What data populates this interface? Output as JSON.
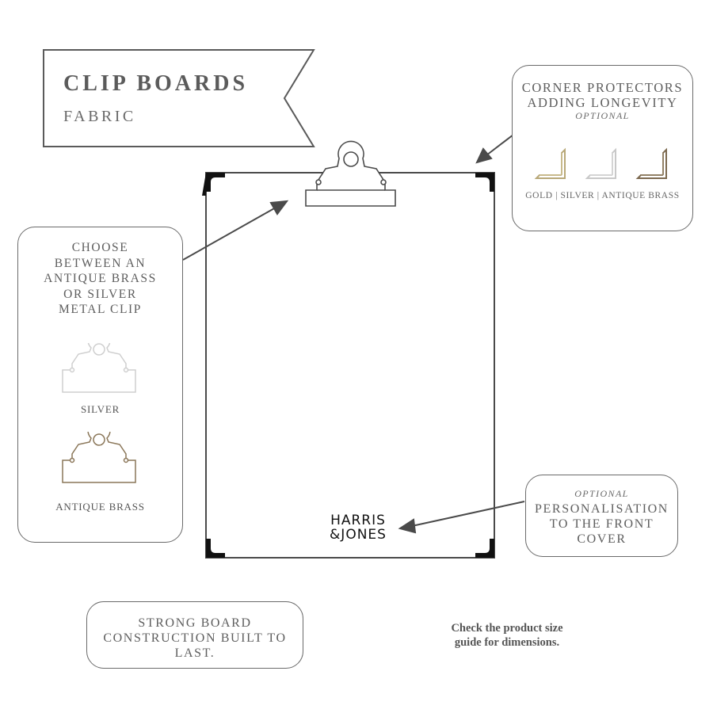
{
  "banner": {
    "title": "CLIP BOARDS",
    "subtitle": "FABRIC"
  },
  "corner_protectors": {
    "title_line1": "CORNER PROTECTORS",
    "title_line2": "ADDING LONGEVITY",
    "optional_label": "OPTIONAL",
    "options_label": "GOLD | SILVER | ANTIQUE BRASS",
    "colors": {
      "gold": "#b8a878",
      "silver": "#c8c8c8",
      "antique_brass": "#7d6a50"
    }
  },
  "clip_choice": {
    "line1": "CHOOSE",
    "line2": "BETWEEN AN",
    "line3": "ANTIQUE BRASS",
    "line4": "OR SILVER",
    "line5": "METAL CLIP",
    "silver_label": "SILVER",
    "brass_label": "ANTIQUE BRASS",
    "colors": {
      "silver": "#cfcfcf",
      "antique_brass": "#8a7658"
    }
  },
  "personalisation": {
    "optional_label": "OPTIONAL",
    "line1": "PERSONALISATION",
    "line2": "TO THE FRONT",
    "line3": "COVER"
  },
  "construction": {
    "line1": "STRONG BOARD",
    "line2": "CONSTRUCTION BUILT TO",
    "line3": "LAST."
  },
  "size_note": {
    "line1": "Check the product size",
    "line2": "guide for dimensions."
  },
  "brand": {
    "line1": "HARRIS",
    "line2": "&JONES"
  },
  "colors": {
    "outline": "#4a4a4a",
    "arrow": "#4a4a4a",
    "corner_dark": "#111111"
  }
}
